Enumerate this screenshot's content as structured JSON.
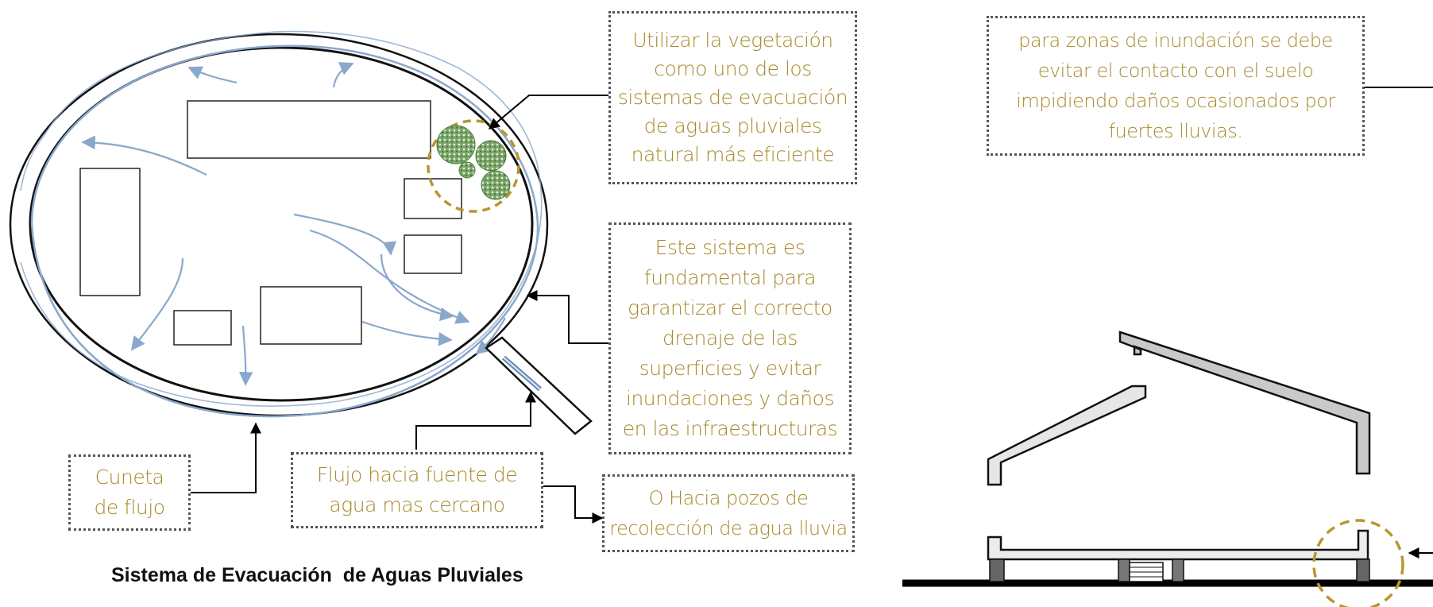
{
  "caption": "Sistema de Evacuación  de Aguas Pluviales",
  "callouts": {
    "vegetacion": "Utilizar la vegetación\ncomo uno de los\nsistemas de evacuación\nde aguas pluviales\nnatural más eficiente",
    "sistema": "Este sistema es\nfundamental para\ngarantizar el correcto\ndrenaje de las\nsuperficies y evitar\ninundaciones y daños\nen las infraestructuras",
    "cuneta": "Cuneta\nde flujo",
    "flujo": "Flujo hacia fuente de\nagua mas cercano",
    "pozos": "O Hacia pozos de\nrecolección de agua lluvia",
    "inundacion": "para zonas de inundación se debe\nevitar  el contacto con el suelo\nimpidiendo daños ocasionados por\nfuertes lluvias."
  },
  "colors": {
    "text_accent": "#a58a2a",
    "flow_arrows": "#8aa8cc",
    "vegetation": "#5f8f4a",
    "highlight_circle": "#b8962e"
  }
}
